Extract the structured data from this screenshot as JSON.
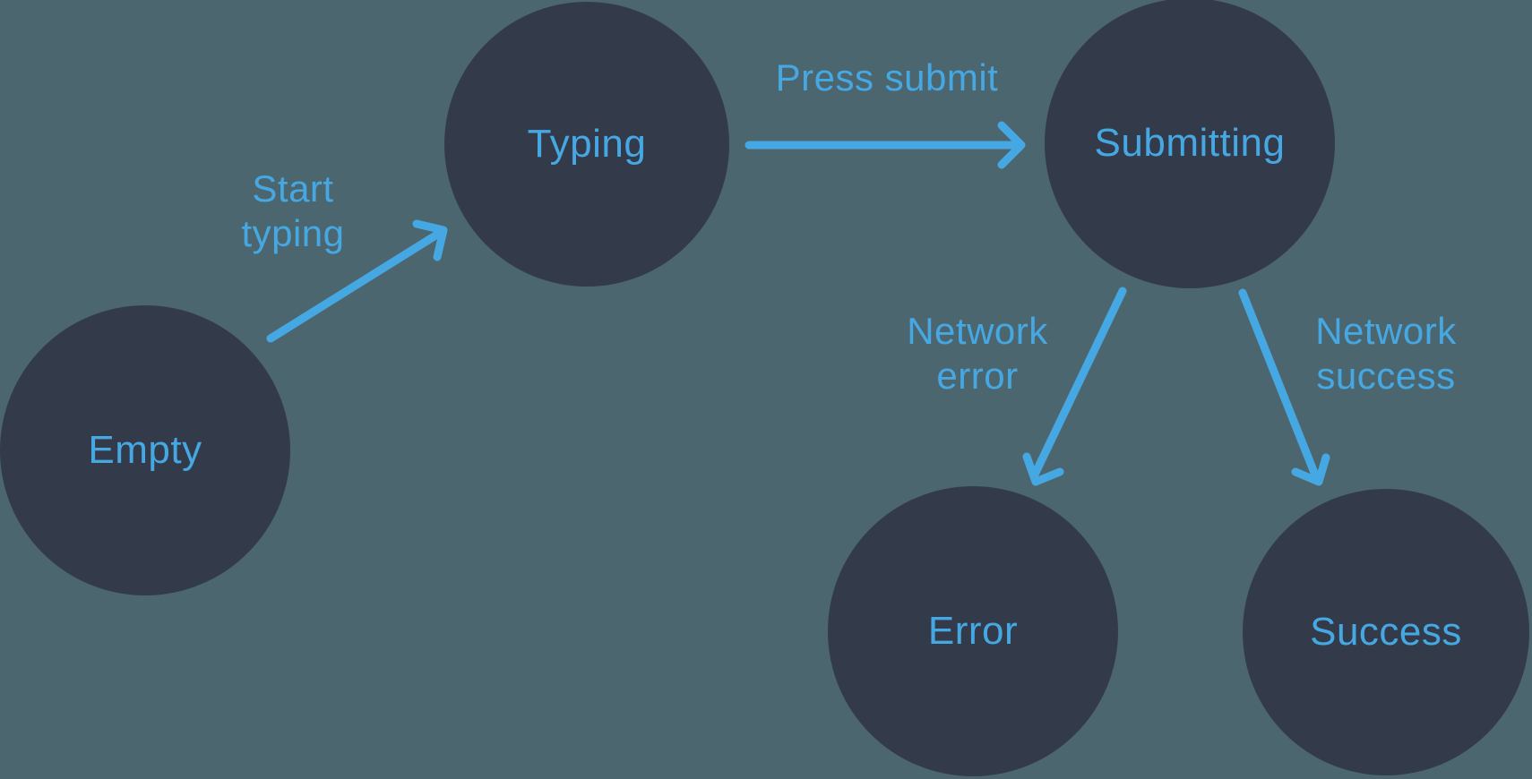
{
  "diagram": {
    "colors": {
      "background": "#4C6670",
      "node_fill": "#333B4B",
      "accent": "#46A8E3"
    },
    "nodes": [
      {
        "id": "empty",
        "label": "Empty"
      },
      {
        "id": "typing",
        "label": "Typing"
      },
      {
        "id": "submitting",
        "label": "Submitting"
      },
      {
        "id": "error",
        "label": "Error"
      },
      {
        "id": "success",
        "label": "Success"
      }
    ],
    "edges": [
      {
        "id": "start-typing",
        "from": "empty",
        "to": "typing",
        "label": "Start\ntyping"
      },
      {
        "id": "press-submit",
        "from": "typing",
        "to": "submitting",
        "label": "Press submit"
      },
      {
        "id": "network-error",
        "from": "submitting",
        "to": "error",
        "label": "Network\nerror"
      },
      {
        "id": "network-success",
        "from": "submitting",
        "to": "success",
        "label": "Network\nsuccess"
      }
    ]
  }
}
